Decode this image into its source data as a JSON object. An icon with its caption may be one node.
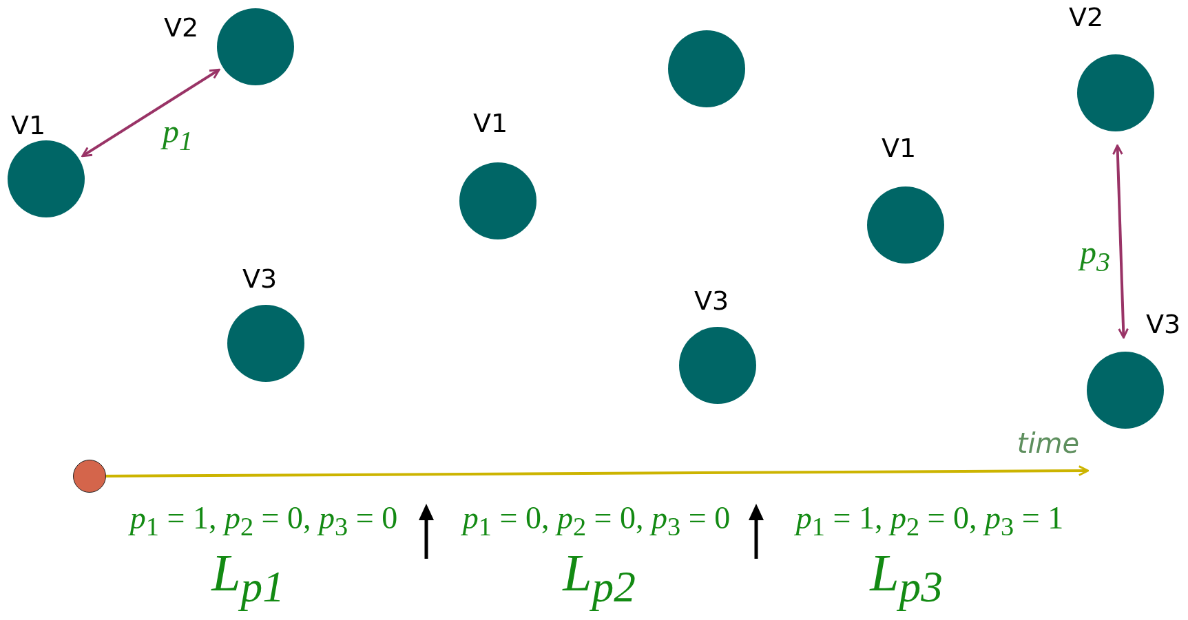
{
  "diagram": {
    "nodes": [
      {
        "text": [
          "V1"
        ]
      },
      {
        "text": [
          "V2"
        ]
      },
      {
        "text": [
          "V3"
        ]
      },
      {
        "text": [
          "V1"
        ]
      },
      {
        "text": [],
        "shape": "circle"
      },
      {
        "text": [
          "V3"
        ]
      },
      {
        "text": [
          "V1"
        ]
      },
      {
        "text": [
          "V2"
        ]
      },
      {
        "text": [
          "V3"
        ]
      },
      {
        "text": [],
        "shape": "circle"
      }
    ],
    "edges": [
      {
        "from": 0,
        "to": 1,
        "arrow": "both",
        "label": "p$_{1}$"
      },
      {
        "from": 7,
        "to": 8,
        "arrow": "both",
        "label": "p$_{3}$"
      },
      {
        "from": 9,
        "to": null,
        "arrow": "to",
        "label": "time",
        "color": "#ccb400"
      }
    ],
    "labels": [
      "*p*$_{1}$ = 1, *p*$_{2}$ = 0, *p*$_{3}$ = 0",
      "*p*$_{1}$ = 0, *p*$_{2}$ = 0, *p*$_{3}$ = 0",
      "*p*$_{1}$ = 1, *p*$_{2}$ = 0, *p*$_{3}$ = 1",
      "L$_{p1}$",
      "L$_{p2}$",
      "L$_{p3}$"
    ]
  }
}
